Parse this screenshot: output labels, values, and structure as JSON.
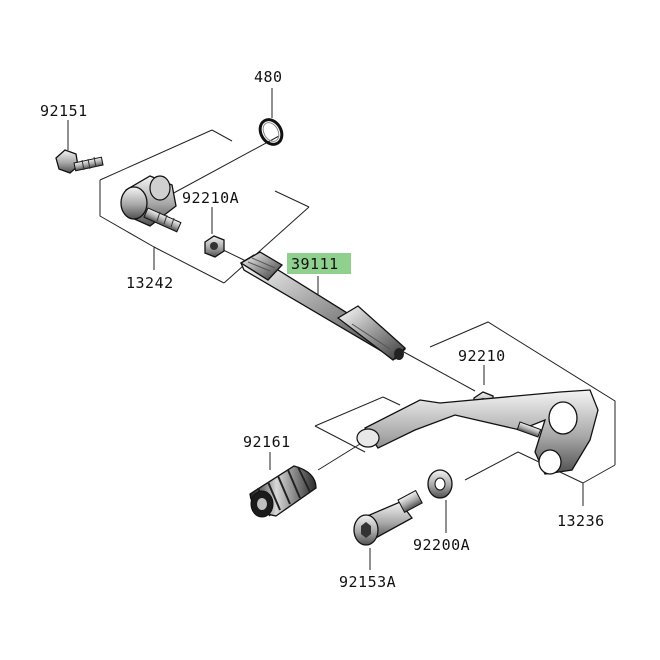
{
  "diagram": {
    "highlight_color": "#8fd08f",
    "parts": [
      {
        "id": "480",
        "label": "480",
        "highlighted": false
      },
      {
        "id": "92151",
        "label": "92151",
        "highlighted": false
      },
      {
        "id": "92210A",
        "label": "92210A",
        "highlighted": false
      },
      {
        "id": "13242",
        "label": "13242",
        "highlighted": false
      },
      {
        "id": "39111",
        "label": "39111",
        "highlighted": true
      },
      {
        "id": "92210",
        "label": "92210",
        "highlighted": false
      },
      {
        "id": "92161",
        "label": "92161",
        "highlighted": false
      },
      {
        "id": "13236",
        "label": "13236",
        "highlighted": false
      },
      {
        "id": "92200A",
        "label": "92200A",
        "highlighted": false
      },
      {
        "id": "92153A",
        "label": "92153A",
        "highlighted": false
      }
    ]
  }
}
